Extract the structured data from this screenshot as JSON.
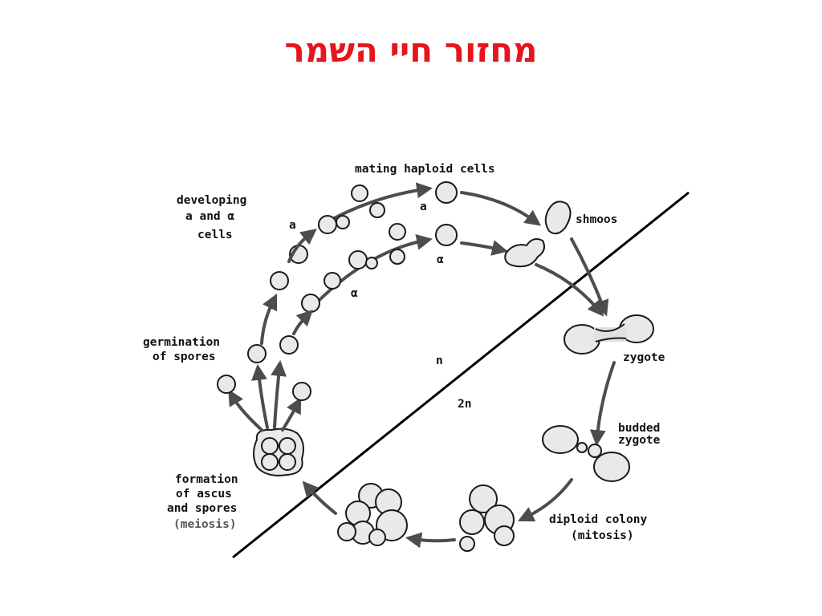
{
  "title": "מחזור חיי השמר",
  "labels": {
    "mating_haploid_cells": "mating haploid cells",
    "developing_line1": "developing",
    "developing_line2": "a and α",
    "developing_line3": "cells",
    "a_left": "a",
    "a_right": "a",
    "alpha_left": "α",
    "alpha_right": "α",
    "shmoos": "shmoos",
    "zygote": "zygote",
    "budded_line1": "budded",
    "budded_line2": "zygote",
    "diploid_line1": "diploid colony",
    "diploid_line2": "(mitosis)",
    "germination_line1": "germination",
    "germination_line2": "of spores",
    "formation_line1": "formation",
    "formation_line2": "of ascus",
    "formation_line3": "and spores",
    "formation_line4": "(meiosis)",
    "n": "n",
    "two_n": "2n"
  },
  "colors": {
    "title": "#e8141b",
    "arrow": "#4d4d4d",
    "divider": "#000000"
  }
}
